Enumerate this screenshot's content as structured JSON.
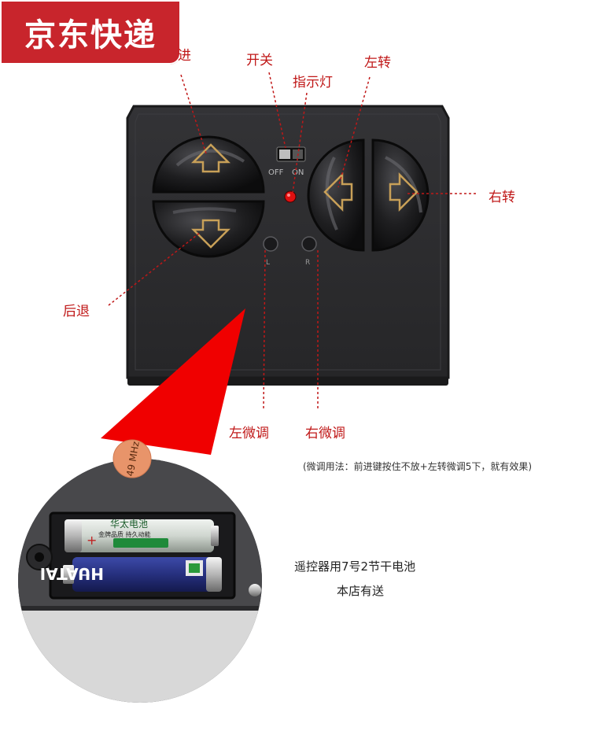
{
  "badge": {
    "text": "京东快递"
  },
  "labels": {
    "forward": "进",
    "power": "开关",
    "indicator": "指示灯",
    "left_turn": "左转",
    "right_turn": "右转",
    "backward": "后退",
    "left_trim": "左微调",
    "right_trim": "右微调"
  },
  "switch": {
    "off": "OFF",
    "on": "ON"
  },
  "trim_buttons": {
    "left": "L",
    "right": "R"
  },
  "note": "(微调用法：前进键按住不放+左转微调5下，就有效果)",
  "battery_sticker": "49 MHz",
  "battery": {
    "top_brand": "华太电池",
    "top_sub": "金牌品质 持久动能",
    "bottom_brand": "HUATAI"
  },
  "battery_info": {
    "line1": "遥控器用7号2节干电池",
    "line2": "本店有送"
  },
  "colors": {
    "accent": "#c01818",
    "badge": "#c8252c",
    "body": "#2b2b2d"
  }
}
